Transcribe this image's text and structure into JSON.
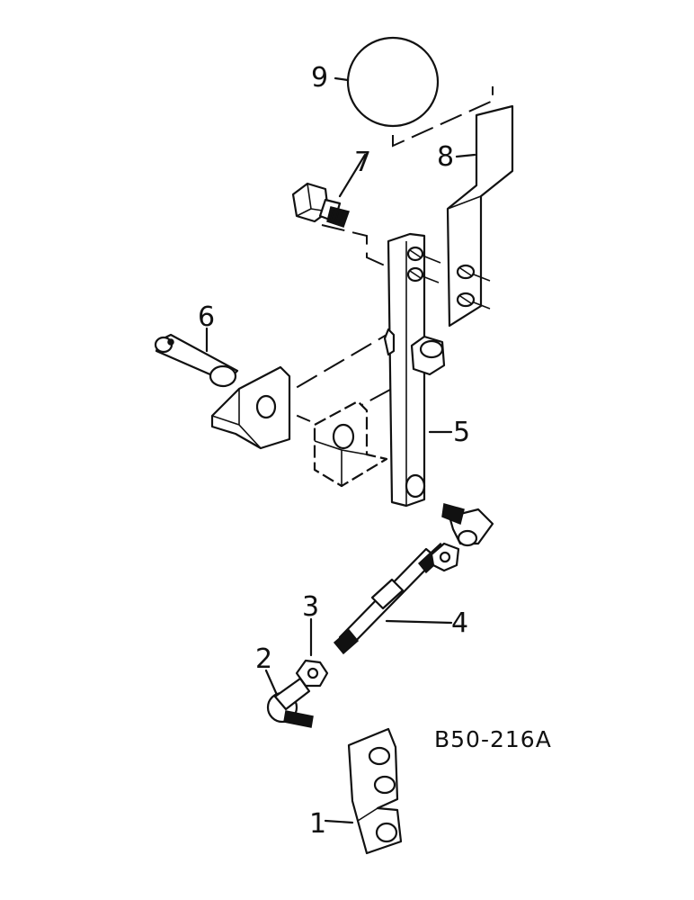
{
  "diagram": {
    "reference_code": "B50-216A",
    "callouts": [
      {
        "id": "1",
        "label": "1"
      },
      {
        "id": "2",
        "label": "2"
      },
      {
        "id": "3",
        "label": "3"
      },
      {
        "id": "4",
        "label": "4"
      },
      {
        "id": "5",
        "label": "5"
      },
      {
        "id": "6",
        "label": "6"
      },
      {
        "id": "7",
        "label": "7"
      },
      {
        "id": "8",
        "label": "8"
      },
      {
        "id": "9",
        "label": "9"
      }
    ]
  }
}
